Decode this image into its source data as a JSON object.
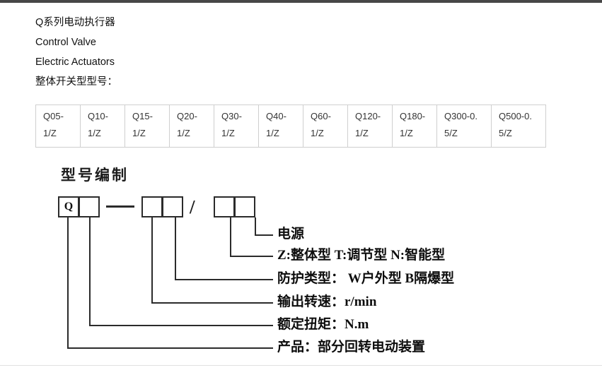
{
  "header": {
    "line1": "Q系列电动执行器",
    "line2": "Control Valve",
    "line3": "Electric Actuators",
    "line4": "整体开关型型号："
  },
  "table": {
    "cells": [
      {
        "line1": "Q05-",
        "line2": "1/Z"
      },
      {
        "line1": "Q10-",
        "line2": "1/Z"
      },
      {
        "line1": "Q15-",
        "line2": "1/Z"
      },
      {
        "line1": "Q20-",
        "line2": "1/Z"
      },
      {
        "line1": "Q30-",
        "line2": "1/Z"
      },
      {
        "line1": "Q40-",
        "line2": "1/Z"
      },
      {
        "line1": "Q60-",
        "line2": "1/Z"
      },
      {
        "line1": "Q120-",
        "line2": "1/Z"
      },
      {
        "line1": "Q180-",
        "line2": "1/Z"
      },
      {
        "line1": "Q300-0.",
        "line2": "5/Z"
      },
      {
        "line1": "Q500-0.",
        "line2": "5/Z"
      }
    ]
  },
  "diagram": {
    "title": "型号编制",
    "prefix": "Q",
    "slash": "/",
    "labels": [
      "电源",
      "Z:整体型  T:调节型  N:智能型",
      "防护类型： W户外型   B隔爆型",
      "输出转速：r/min",
      "额定扭矩：N.m",
      "产品：部分回转电动装置"
    ]
  }
}
